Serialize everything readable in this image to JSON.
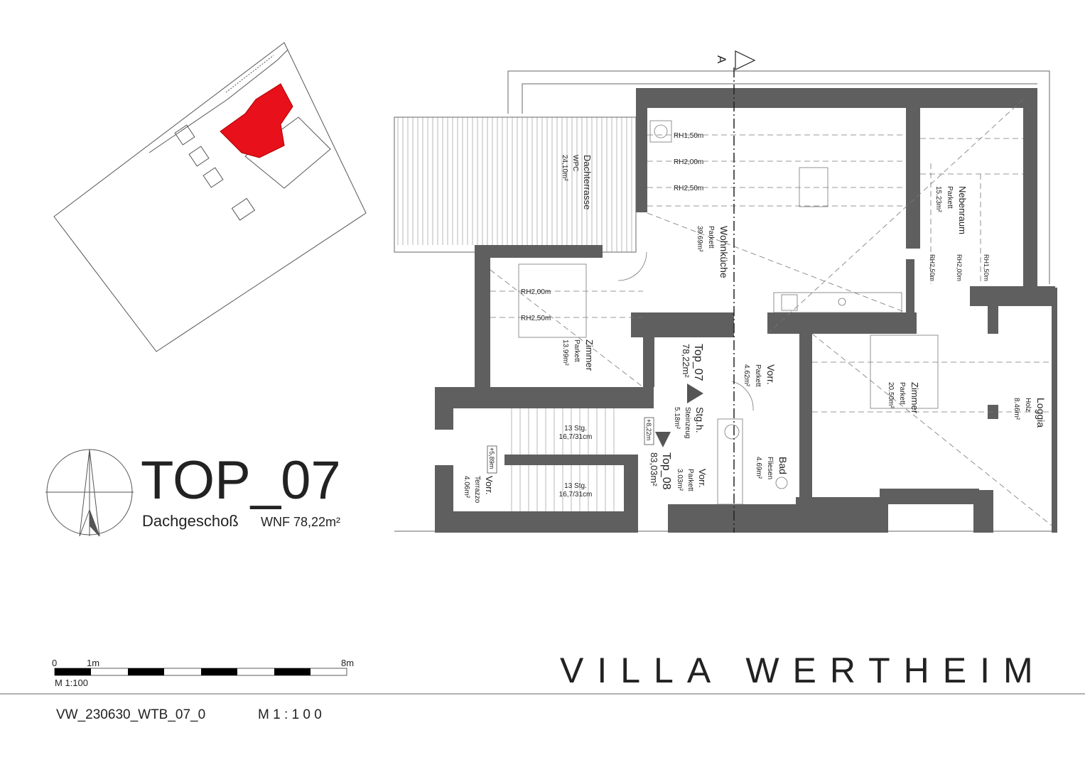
{
  "title": {
    "unit": "TOP_07",
    "floor": "Dachgeschoß",
    "wnf": "WNF 78,22m²"
  },
  "project": "VILLA WERTHEIM",
  "footer": {
    "drawing_id": "VW_230630_WTB_07_0",
    "scale": "M 1 : 1 0 0"
  },
  "scale_bar": {
    "zero": "0",
    "one": "1m",
    "eight": "8m",
    "scale": "M 1:100"
  },
  "section_marker": "A",
  "colors": {
    "wall": "#5f5f5f",
    "highlight": "#e8101a"
  },
  "rooms": {
    "dachterrasse": {
      "name": "Dachterrasse",
      "floor": "WPC",
      "area": "24,10m²"
    },
    "wohnkueche": {
      "name": "Wohnküche",
      "floor": "Parkett",
      "area": "39.69m²"
    },
    "nebenraum": {
      "name": "Nebenraum",
      "floor": "Parkett",
      "area": "15.23m²"
    },
    "zimmer1": {
      "name": "Zimmer",
      "floor": "Parkett",
      "area": "13.99m²"
    },
    "zimmer2": {
      "name": "Zimmer",
      "floor": "Parkett",
      "area": "20.50m²"
    },
    "vorr1": {
      "name": "Vorr.",
      "floor": "Parkett",
      "area": "4.62m²"
    },
    "bad": {
      "name": "Bad",
      "floor": "Fliesen",
      "area": "4.69m²"
    },
    "loggia": {
      "name": "Loggia",
      "floor": "Holz",
      "area": "8.46m²"
    },
    "stgh": {
      "name": "Stg.h.",
      "floor": "Steinzeug",
      "area": "5.18m²"
    },
    "vorr2": {
      "name": "Vorr.",
      "floor": "Parkett",
      "area": "3.03m²"
    },
    "vorr3": {
      "name": "Vorr.",
      "floor": "Terrazzo",
      "area": "4.06m²"
    }
  },
  "units": {
    "top07": {
      "name": "Top_07",
      "area": "78,22m²"
    },
    "top08": {
      "name": "Top_08",
      "area": "83,03m²"
    }
  },
  "heights": {
    "rh150": "RH1,50m",
    "rh200": "RH2,00m",
    "rh250": "RH2,50m"
  },
  "levels": {
    "l1": "+5,89m",
    "l2": "+8,22m"
  },
  "stairs": {
    "steps": "13 Stg.",
    "dims": "16,7/31cm"
  }
}
